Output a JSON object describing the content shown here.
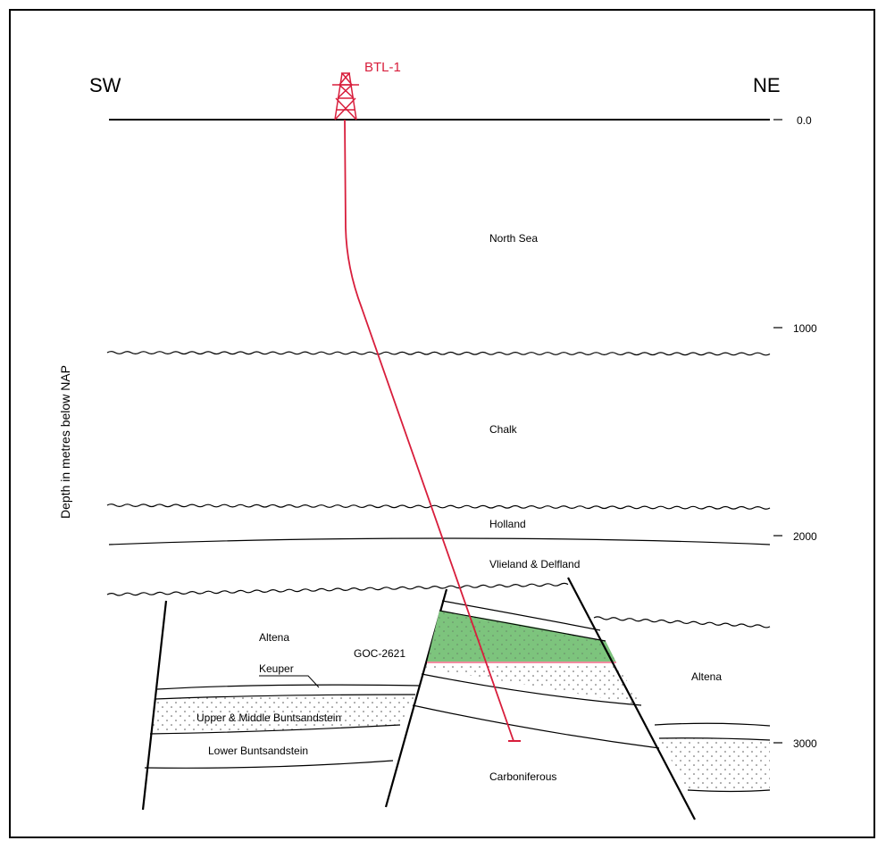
{
  "header": {
    "left_direction": "SW",
    "right_direction": "NE",
    "well_name": "BTL-1"
  },
  "axis": {
    "label": "Depth in metres below NAP",
    "ticks": [
      "0.0",
      "1000",
      "2000",
      "3000"
    ]
  },
  "formations": {
    "north_sea": "North Sea",
    "chalk": "Chalk",
    "holland": "Holland",
    "vlieland_delfland": "Vlieland & Delfland",
    "altena_left": "Altena",
    "altena_right": "Altena",
    "keuper": "Keuper",
    "upper_middle_buntsandstein": "Upper & Middle Buntsandstein",
    "lower_buntsandstein": "Lower Buntsandstein",
    "carboniferous": "Carboniferous"
  },
  "contact": {
    "label": "GOC-2621"
  },
  "colors": {
    "well": "#d81e3c",
    "gas_fill": "#7dc47d",
    "line": "#000000"
  }
}
